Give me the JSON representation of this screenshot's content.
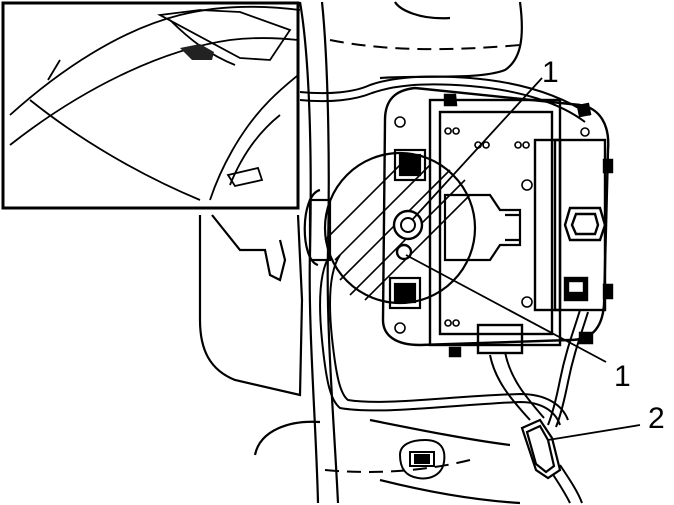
{
  "callouts": [
    {
      "id": "c1_top",
      "label": "1"
    },
    {
      "id": "c1_bottom",
      "label": "1"
    },
    {
      "id": "c2",
      "label": "2"
    }
  ]
}
